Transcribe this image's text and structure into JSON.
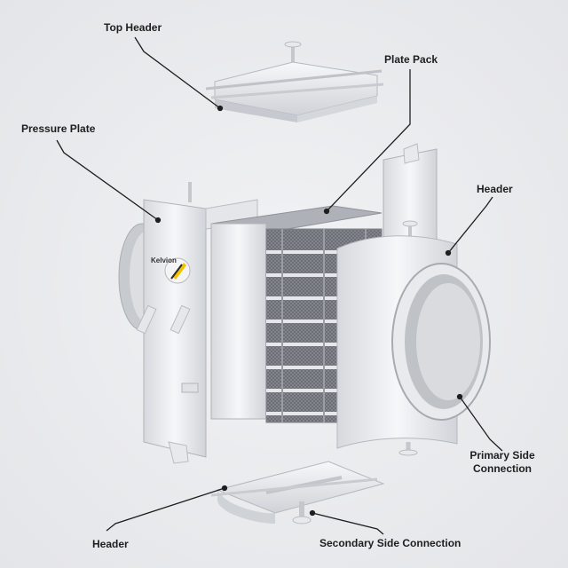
{
  "labels": {
    "top_header": "Top Header",
    "plate_pack": "Plate Pack",
    "pressure_plate": "Pressure Plate",
    "header_right": "Header",
    "primary_line1": "Primary Side",
    "primary_line2": "Connection",
    "header_bottom": "Header",
    "secondary": "Secondary Side Connection"
  },
  "brand": "Kelvion",
  "colors": {
    "metal": "#f2f3f5",
    "metal_shadow": "#c9ccd2",
    "plate": "#6f727a",
    "leader": "#1e1e1e"
  }
}
